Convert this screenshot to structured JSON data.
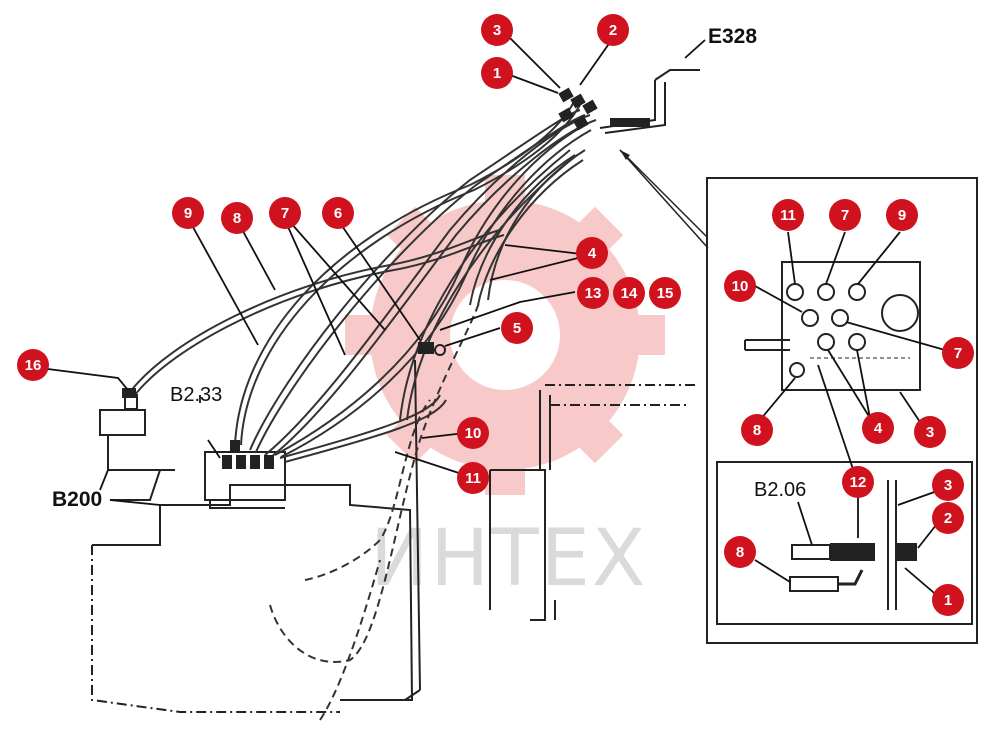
{
  "watermark": {
    "text": "ИНТЕХ",
    "gear_color": "#f08a8a"
  },
  "callout_color": "#d0121e",
  "references": {
    "e328": "E328",
    "b2_33": "B2.33",
    "b200": "B200",
    "b2_06": "B2.06"
  },
  "callouts": {
    "c3_top": "3",
    "c2_top": "2",
    "c1_top": "1",
    "c9": "9",
    "c8": "8",
    "c7": "7",
    "c6": "6",
    "c4": "4",
    "c13": "13",
    "c14": "14",
    "c15": "15",
    "c5": "5",
    "c16": "16",
    "c10": "10",
    "c11": "11"
  },
  "inset_top": {
    "c11": "11",
    "c7a": "7",
    "c9": "9",
    "c10": "10",
    "c7b": "7",
    "c8": "8",
    "c4": "4",
    "c3": "3",
    "c12": "12"
  },
  "inset_bottom": {
    "c3": "3",
    "c2": "2",
    "c1": "1",
    "c8": "8",
    "c12": "12"
  }
}
